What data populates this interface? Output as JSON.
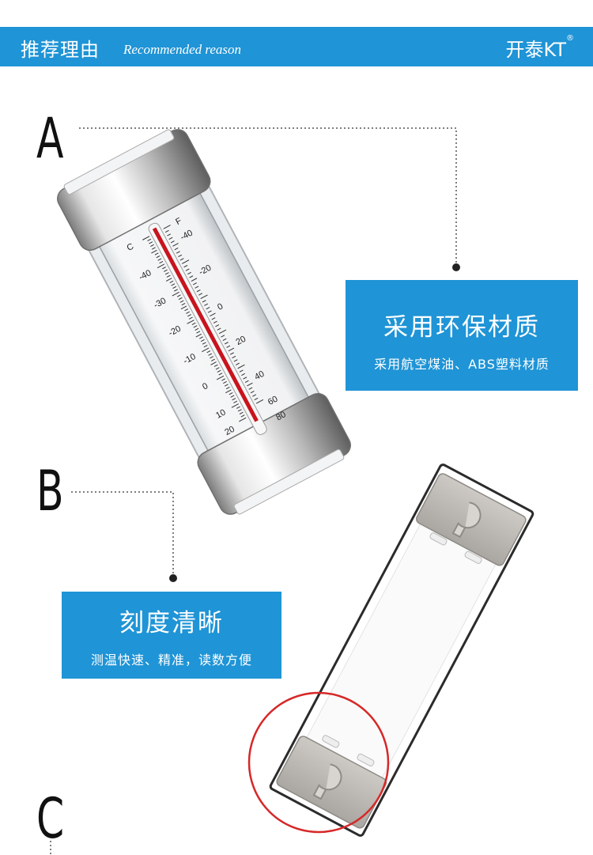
{
  "header": {
    "title_cn": "推荐理由",
    "title_en": "Recommended reason",
    "brand": "开泰KT",
    "brand_mark": "®"
  },
  "sections": [
    {
      "letter": "A",
      "title": "采用环保材质",
      "subtitle": "采用航空煤油、ABS塑料材质"
    },
    {
      "letter": "B",
      "title": "刻度清晰",
      "subtitle": "测温快速、精准，读数方便"
    },
    {
      "letter": "C"
    }
  ],
  "thermometer": {
    "f_unit": "F",
    "c_unit": "C",
    "f_scale": [
      "-40",
      "-20",
      "0",
      "20",
      "40",
      "60",
      "80"
    ],
    "c_scale": [
      "-40",
      "-30",
      "-20",
      "-10",
      "0",
      "10",
      "20"
    ]
  },
  "colors": {
    "accent": "#1f94d6",
    "mercury": "#c8141e",
    "highlight_circle": "#d62828"
  }
}
